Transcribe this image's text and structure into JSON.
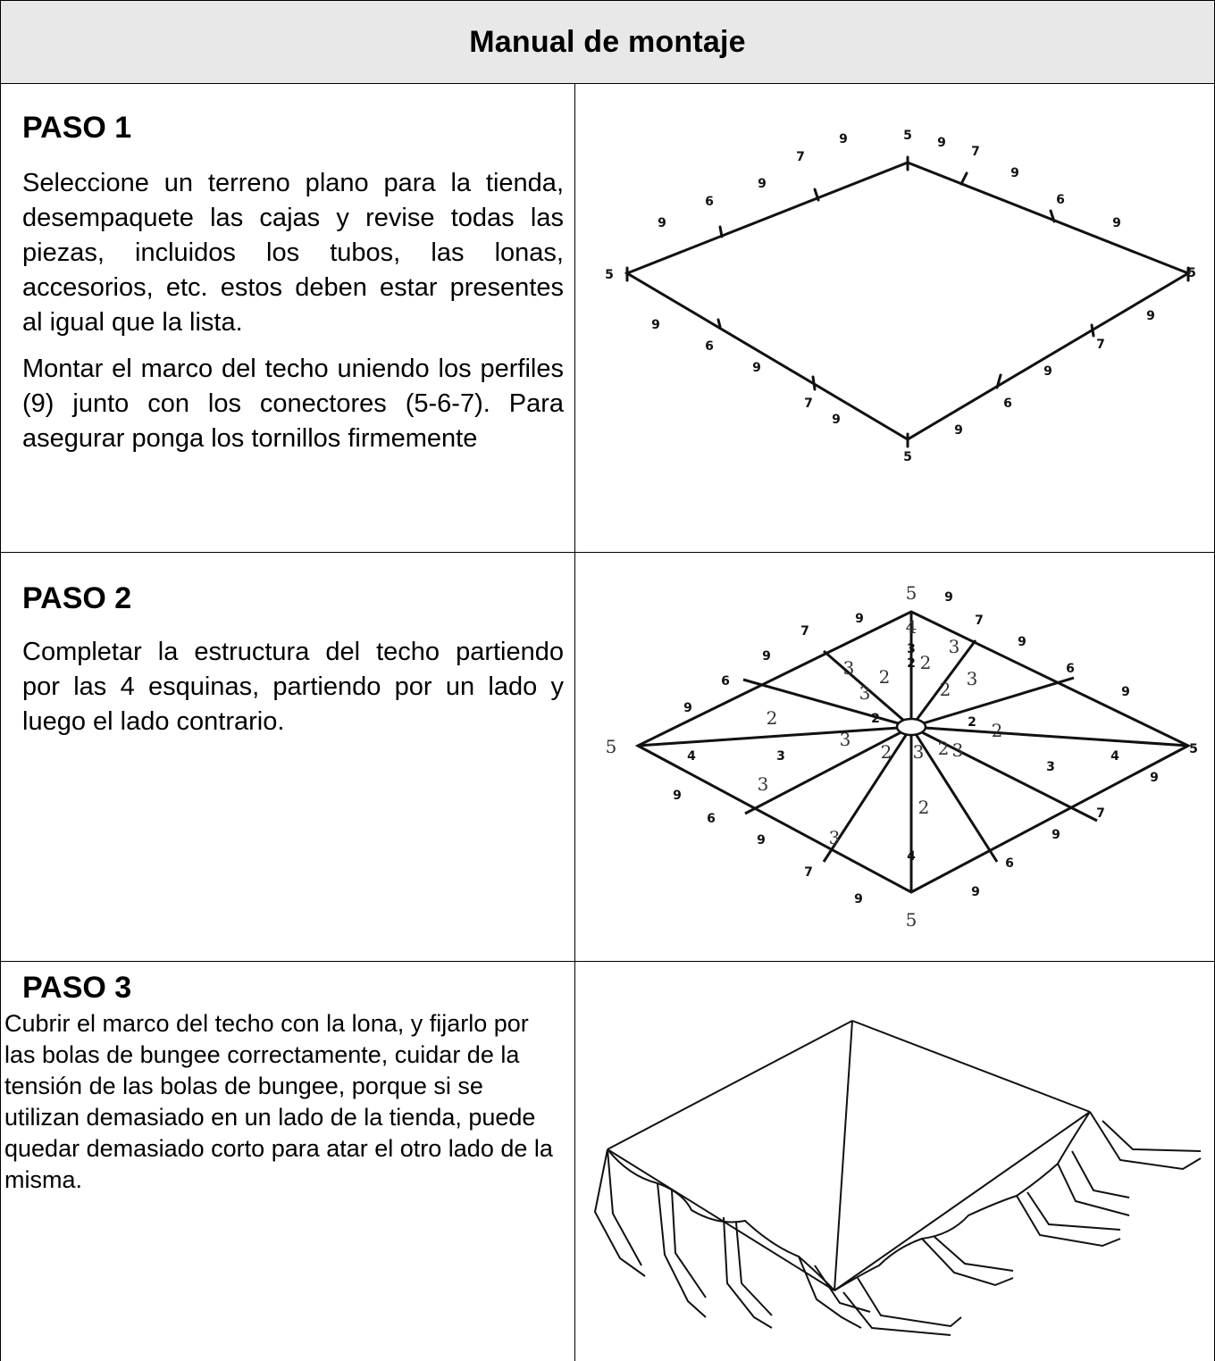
{
  "header": {
    "title": "Manual de montaje"
  },
  "steps": [
    {
      "title": "PASO 1",
      "paragraphs": [
        "Seleccione un terreno plano para la tienda, desempaquete las cajas y revise todas las piezas, incluidos los tubos, las lonas, accesorios, etc. estos deben estar presentes al igual que la lista.",
        "Montar el marco del techo uniendo los perfiles (9) junto con los conectores (5-6-7). Para asegurar ponga los tornillos firmemente"
      ]
    },
    {
      "title": "PASO 2",
      "paragraphs": [
        "Completar la estructura del techo partiendo por las 4 esquinas, partiendo por un lado y luego el lado contrario."
      ]
    },
    {
      "title": "PASO 3",
      "paragraphs": [
        "Cubrir el marco del techo con la lona, y fijarlo por las bolas de bungee correctamente, cuidar de la tensión de las bolas de bungee, porque si se utilizan demasiado en un lado de la tienda, puede quedar demasiado corto para atar el otro lado de la misma."
      ]
    }
  ],
  "diagram1": {
    "labels": [
      "5",
      "9",
      "7",
      "9",
      "6",
      "9",
      "5",
      "9",
      "7",
      "9",
      "6",
      "9",
      "5",
      "9",
      "7",
      "9",
      "6",
      "9",
      "5",
      "9",
      "6",
      "9",
      "7",
      "9"
    ]
  },
  "diagram2": {
    "labels": [
      "5",
      "9",
      "7",
      "9",
      "6",
      "9",
      "5",
      "9",
      "7",
      "9",
      "6",
      "9",
      "5",
      "9",
      "7",
      "9",
      "6",
      "9",
      "5",
      "9",
      "6",
      "9",
      "7",
      "9",
      "4",
      "3",
      "2",
      "3",
      "2",
      "3",
      "2",
      "3",
      "2",
      "3",
      "2",
      "4",
      "3",
      "2",
      "3",
      "2",
      "3",
      "4",
      "3",
      "2",
      "3",
      "2",
      "3",
      "2",
      "3",
      "2",
      "4"
    ]
  }
}
